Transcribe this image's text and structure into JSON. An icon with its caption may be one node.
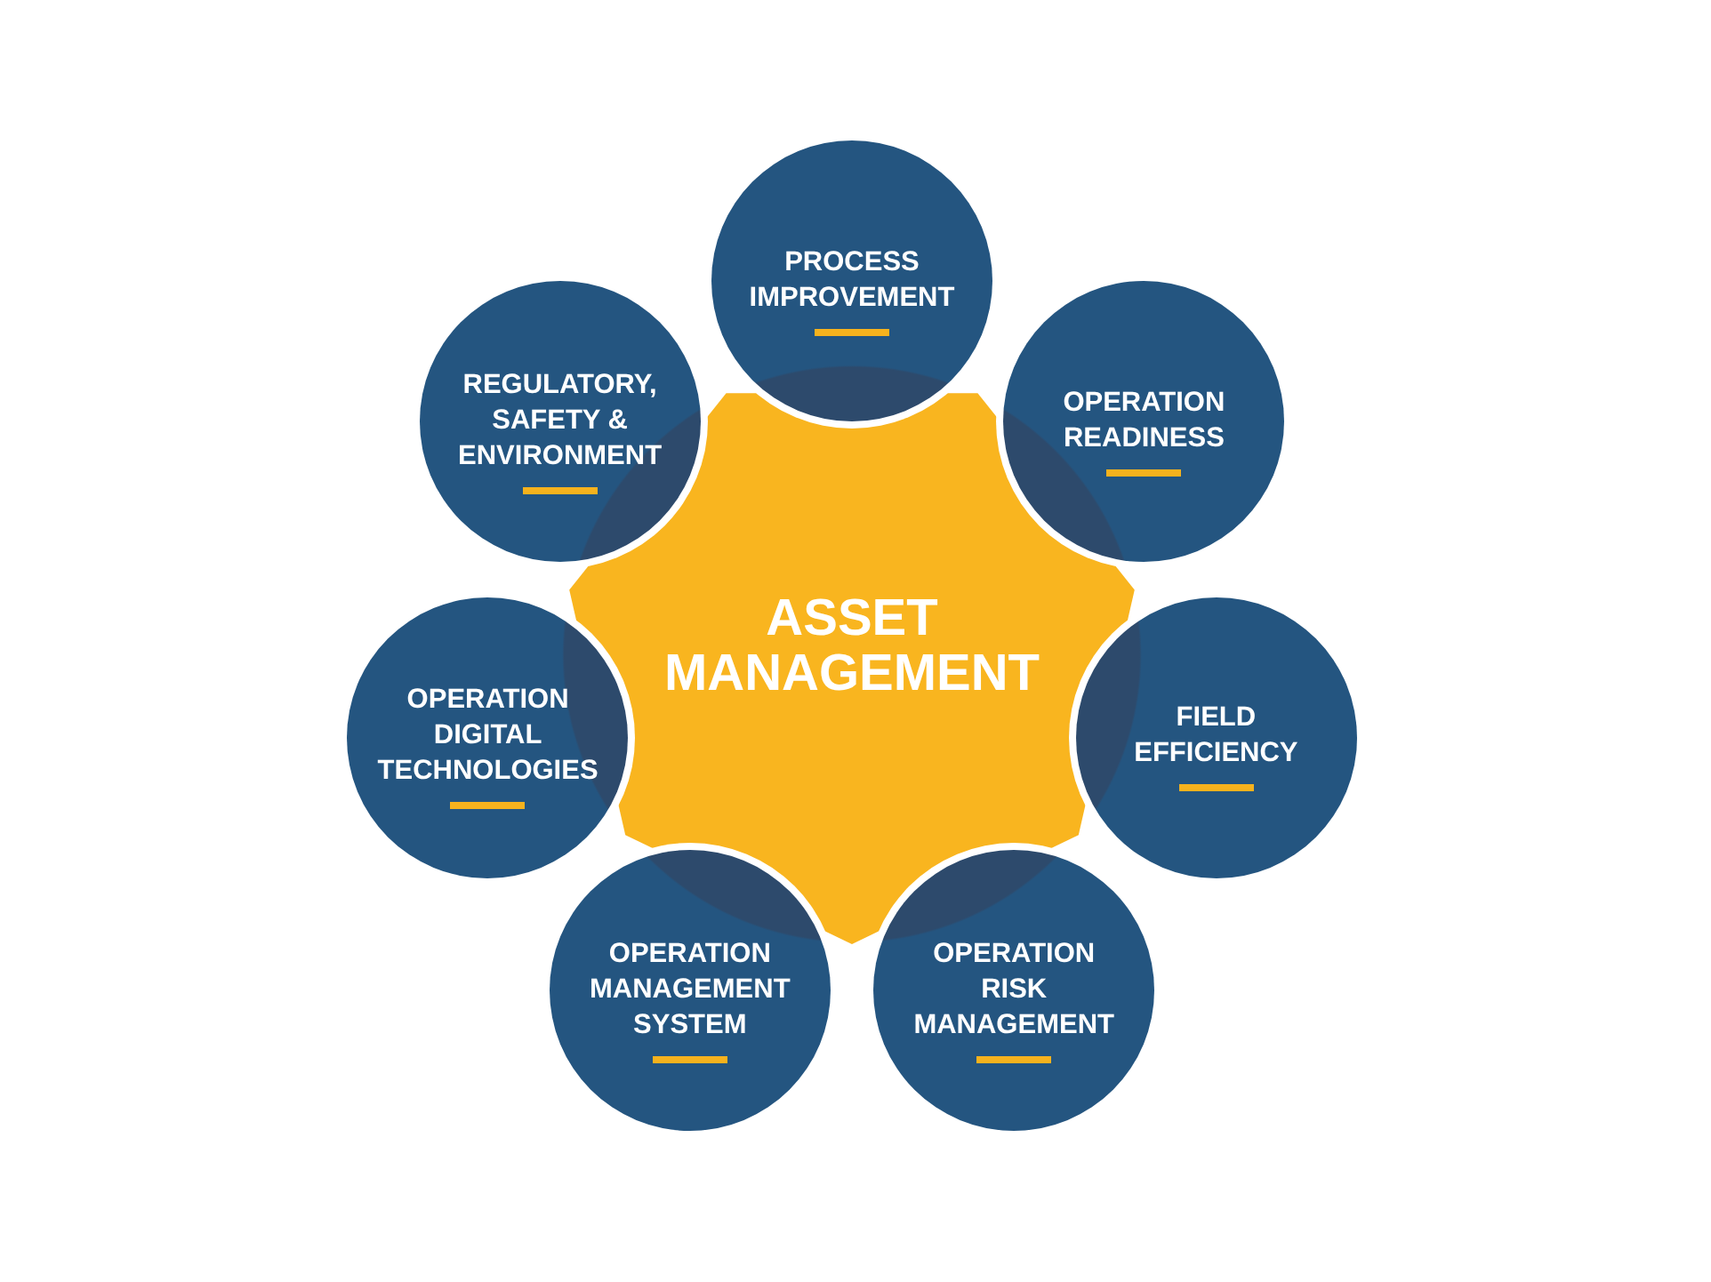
{
  "diagram": {
    "nodes": [
      {
        "text": [
          "ASSET MANAGEMENT"
        ]
      },
      {
        "text": [
          "PROCESS IMPROVEMENT"
        ]
      },
      {
        "text": [
          "OPERATION READINESS"
        ]
      },
      {
        "text": [
          "FIELD EFFICIENCY"
        ]
      },
      {
        "text": [
          "OPERATION RISK MANAGEMENT"
        ]
      },
      {
        "text": [
          "OPERATION MANAGEMENT SYSTEM"
        ]
      },
      {
        "text": [
          "OPERATION DIGITAL TECHNOLOGIES"
        ]
      },
      {
        "text": [
          "REGULATORY, SAFETY & ENVIRONMENT"
        ]
      }
    ]
  }
}
